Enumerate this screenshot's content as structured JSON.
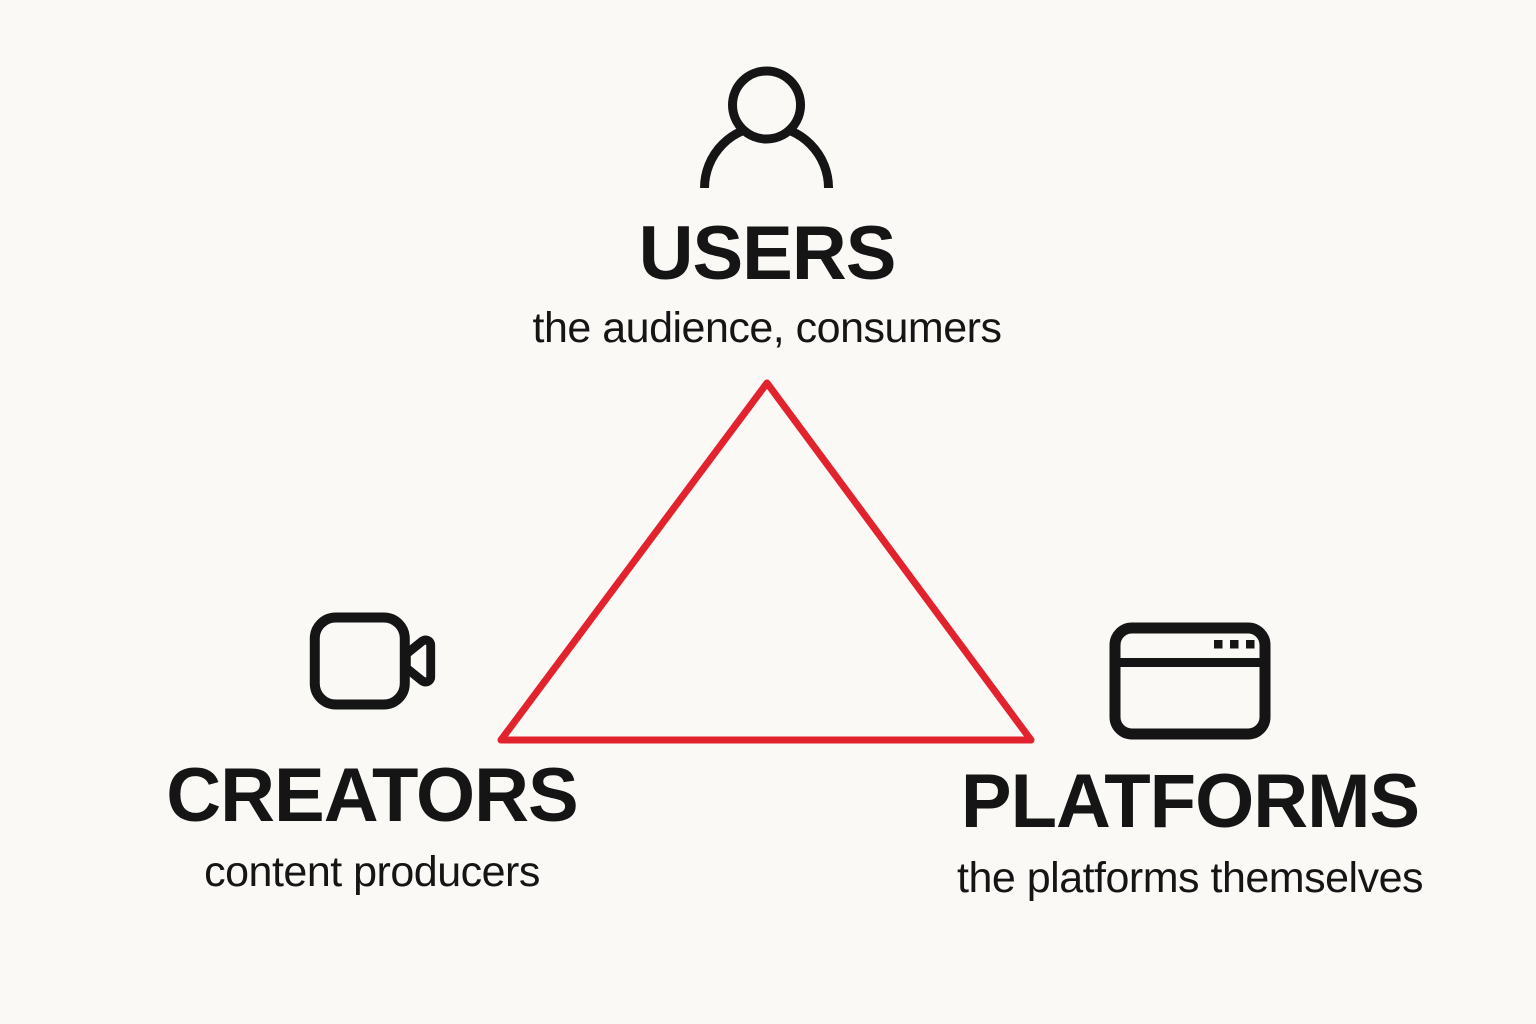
{
  "title": "users-creators-platforms triangle diagram",
  "colors": {
    "background": "#FAF9F6",
    "text": "#151515",
    "icon": "#151515",
    "accent_red": "#E2232E"
  },
  "triangle": {
    "shape": "equilateral-outline",
    "stroke_color": "#E2232E"
  },
  "nodes": {
    "users": {
      "label": "USERS",
      "description": "the audience, consumers",
      "icon": "person-icon",
      "position": "top-center"
    },
    "creators": {
      "label": "CREATORS",
      "description": "content producers",
      "icon": "video-camera-icon",
      "position": "bottom-left"
    },
    "platforms": {
      "label": "PLATFORMS",
      "description": "the platforms themselves",
      "icon": "browser-window-icon",
      "position": "bottom-right"
    }
  }
}
